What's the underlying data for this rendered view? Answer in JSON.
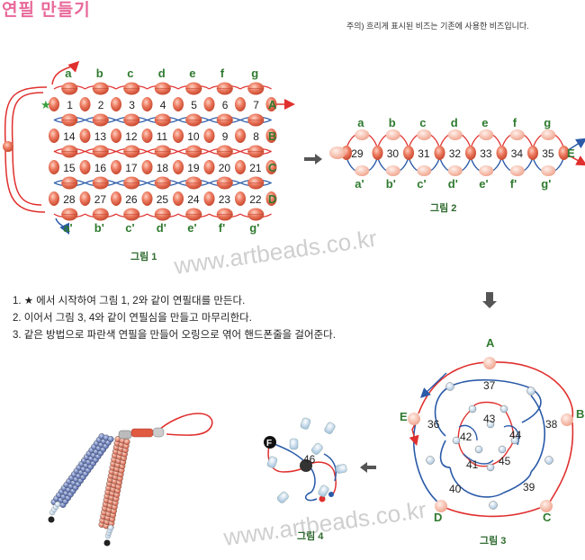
{
  "title": "연필 만들기",
  "note": "주의) 흐리게 표시된 비즈는 기존에 사용한 비즈입니다.",
  "instructions": [
    "1. ★ 에서 시작하여 그림 1, 2와 같이 연필대를 만든다.",
    "2. 이어서 그림 3, 4와 같이 연필심을 만들고 마무리한다.",
    "3. 같은 방법으로 파란색 연필을 만들어 오링으로 엮어 핸드폰줄을 걸어준다."
  ],
  "watermark": "www.artbeads.co.kr",
  "fig1": {
    "caption": "그림 1",
    "col_top": [
      "a",
      "b",
      "c",
      "d",
      "e",
      "f",
      "g"
    ],
    "col_bottom": [
      "a'",
      "b'",
      "c'",
      "d'",
      "e'",
      "f'",
      "g'"
    ],
    "row_labels": [
      "A",
      "B",
      "C",
      "D"
    ],
    "rows": [
      [
        "1",
        "2",
        "3",
        "4",
        "5",
        "6",
        "7"
      ],
      [
        "14",
        "13",
        "12",
        "11",
        "10",
        "9",
        "8"
      ],
      [
        "15",
        "16",
        "17",
        "18",
        "19",
        "20",
        "21"
      ],
      [
        "28",
        "27",
        "26",
        "25",
        "24",
        "23",
        "22"
      ]
    ]
  },
  "fig2": {
    "caption": "그림 2",
    "col_top": [
      "a",
      "b",
      "c",
      "d",
      "e",
      "f",
      "g"
    ],
    "col_bottom": [
      "a'",
      "b'",
      "c'",
      "d'",
      "e'",
      "f'",
      "g'"
    ],
    "numbers": [
      "29",
      "30",
      "31",
      "32",
      "33",
      "34",
      "35"
    ],
    "end_label": "E"
  },
  "fig3": {
    "caption": "그림 3",
    "points": [
      "A",
      "B",
      "C",
      "D",
      "E"
    ],
    "outer_numbers": [
      "37",
      "38",
      "39",
      "40",
      "36"
    ],
    "inner_numbers": [
      "43",
      "44",
      "45",
      "41",
      "42"
    ]
  },
  "fig4": {
    "caption": "그림 4",
    "start_label": "F",
    "number": "46"
  },
  "colors": {
    "red_bead": "#e86a50",
    "blue_thread": "#2a5aa8",
    "red_thread": "#e0302e",
    "label_green": "#2f7a2f",
    "title_pink": "#e8699a"
  }
}
